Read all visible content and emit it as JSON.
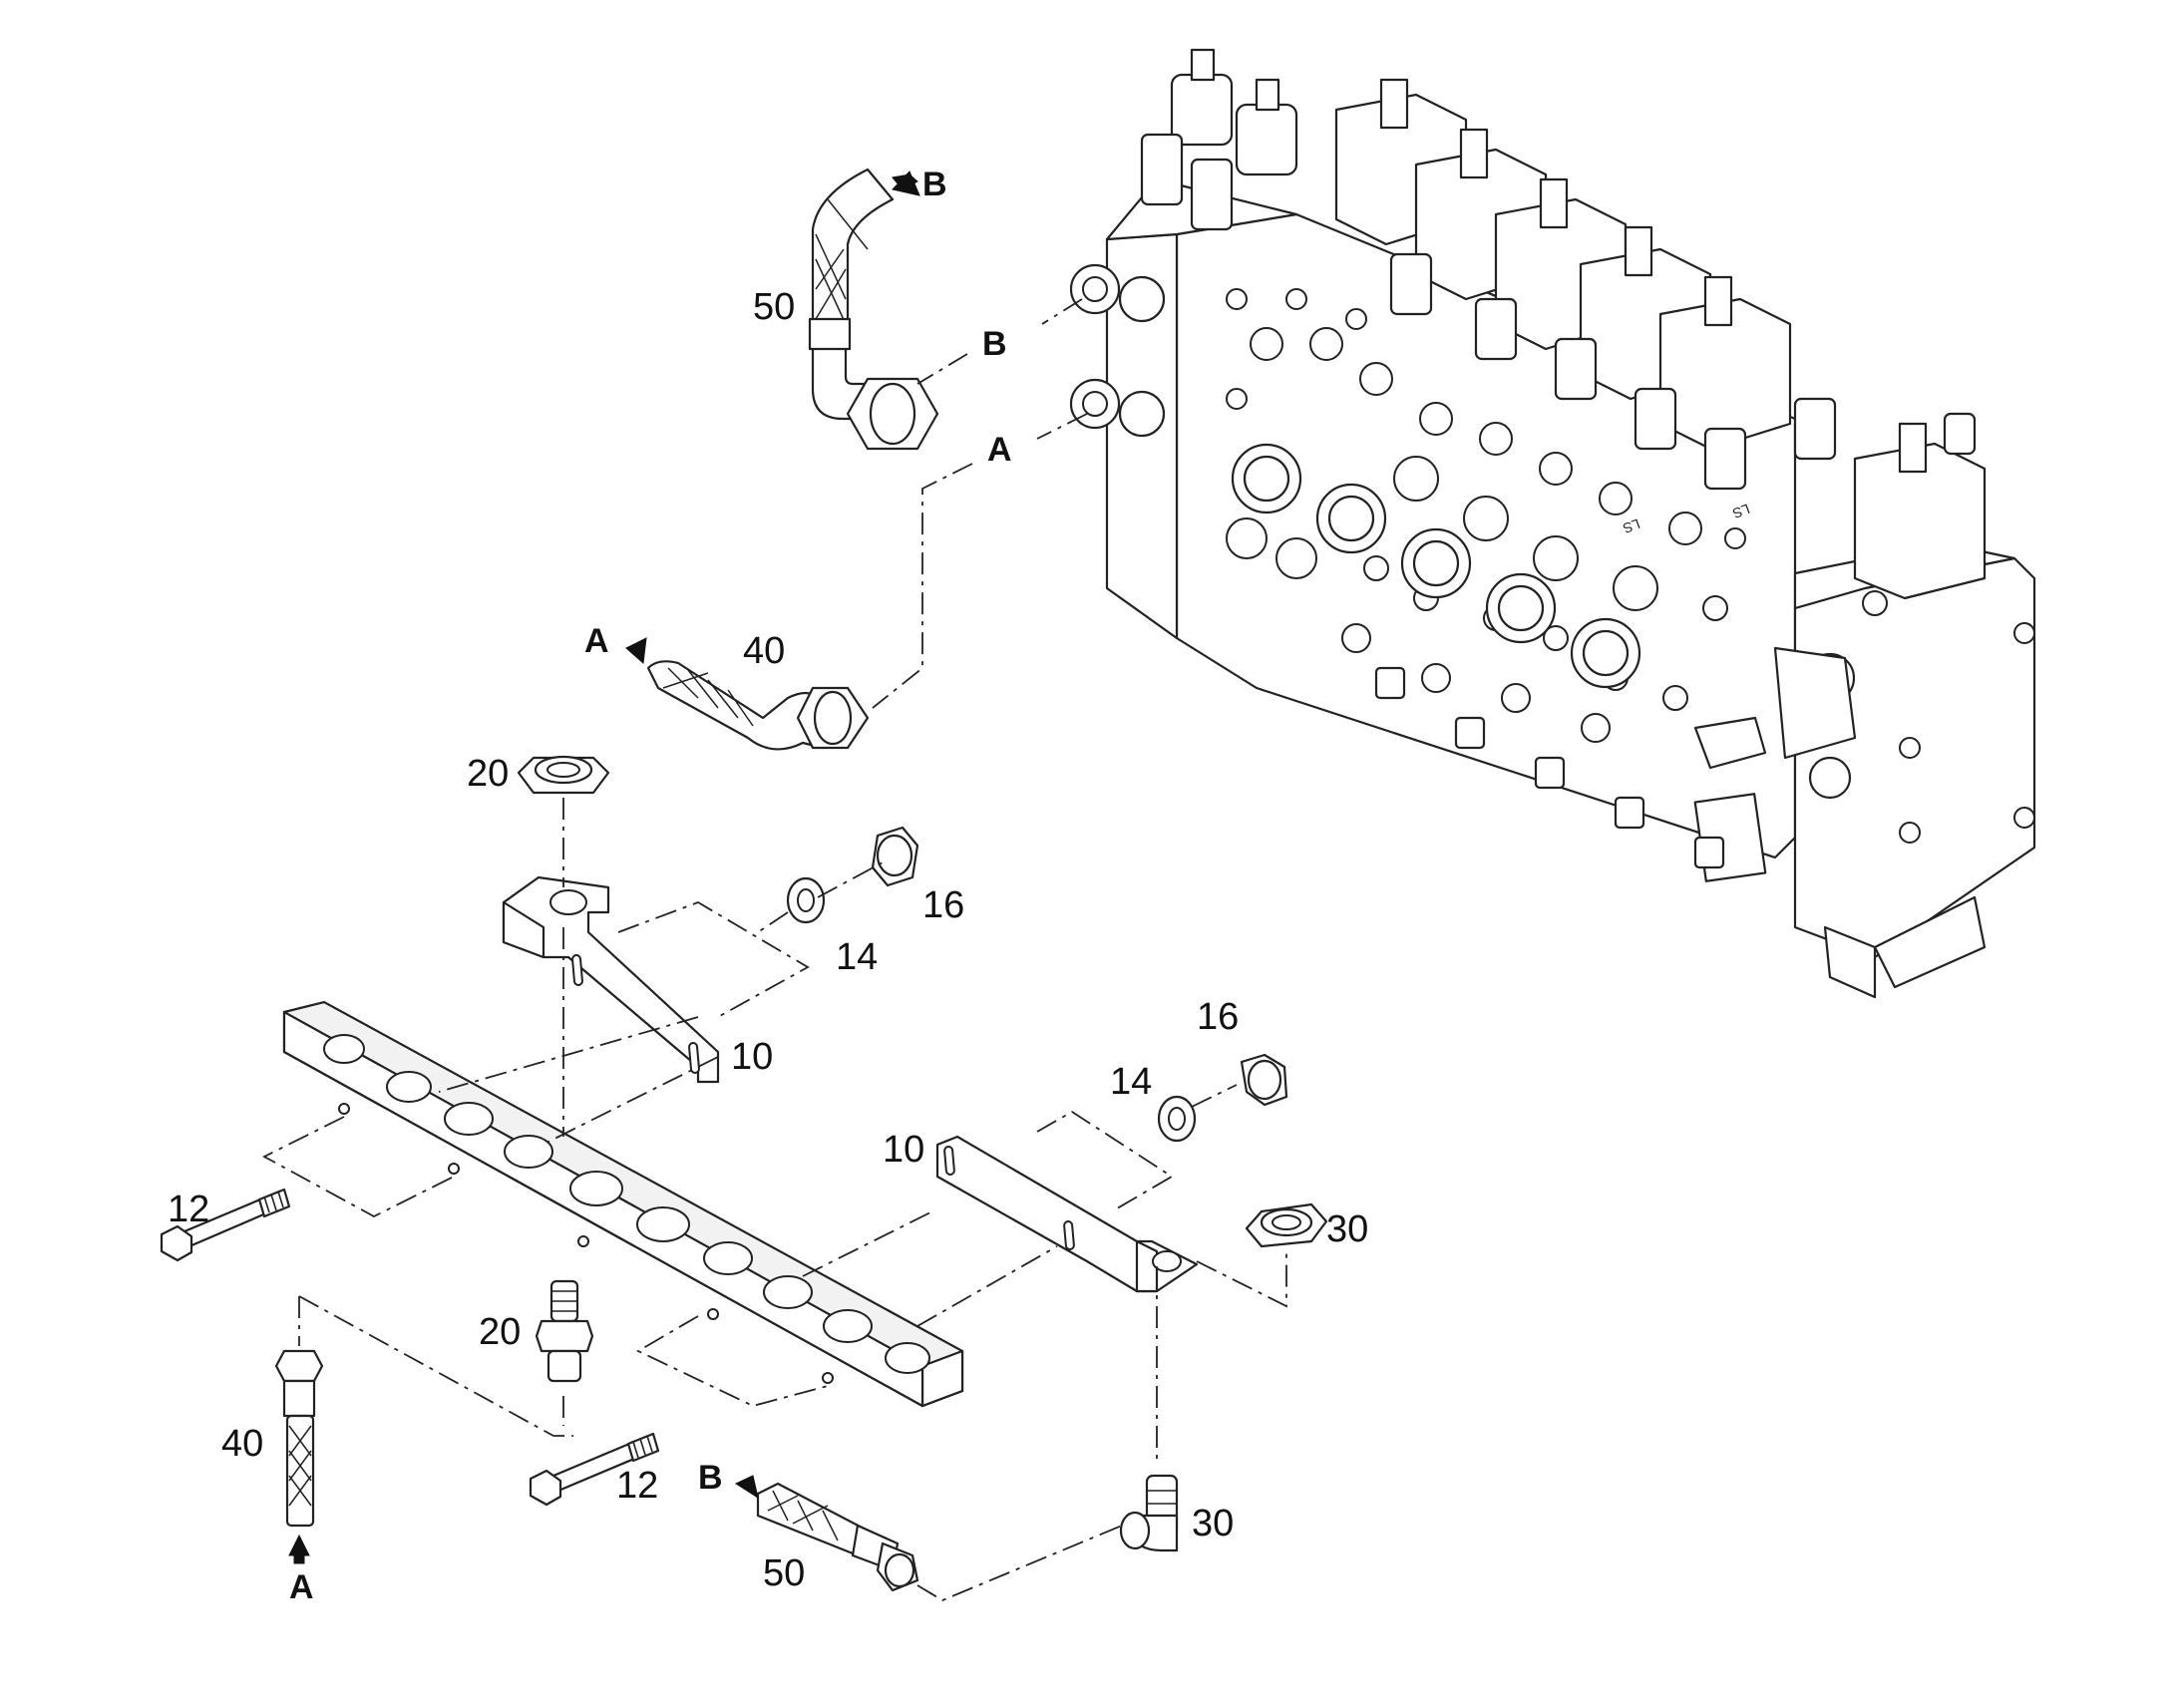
{
  "callouts": {
    "c10a": "10",
    "c10b": "10",
    "c12a": "12",
    "c12b": "12",
    "c14a": "14",
    "c14b": "14",
    "c16a": "16",
    "c16b": "16",
    "c20a": "20",
    "c20b": "20",
    "c30a": "30",
    "c30b": "30",
    "c40a": "40",
    "c40b": "40",
    "c50a": "50",
    "c50b": "50"
  },
  "ports": {
    "b_hose_top": "B",
    "b_valve": "B",
    "a_valve": "A",
    "a_hose_mid": "A",
    "a_hose_bottom": "A",
    "b_hose_bottom": "B"
  },
  "valve_markings": {
    "ls_left": "LS",
    "ls_right": "LS"
  },
  "colors": {
    "line": "#222222",
    "background": "#ffffff"
  }
}
